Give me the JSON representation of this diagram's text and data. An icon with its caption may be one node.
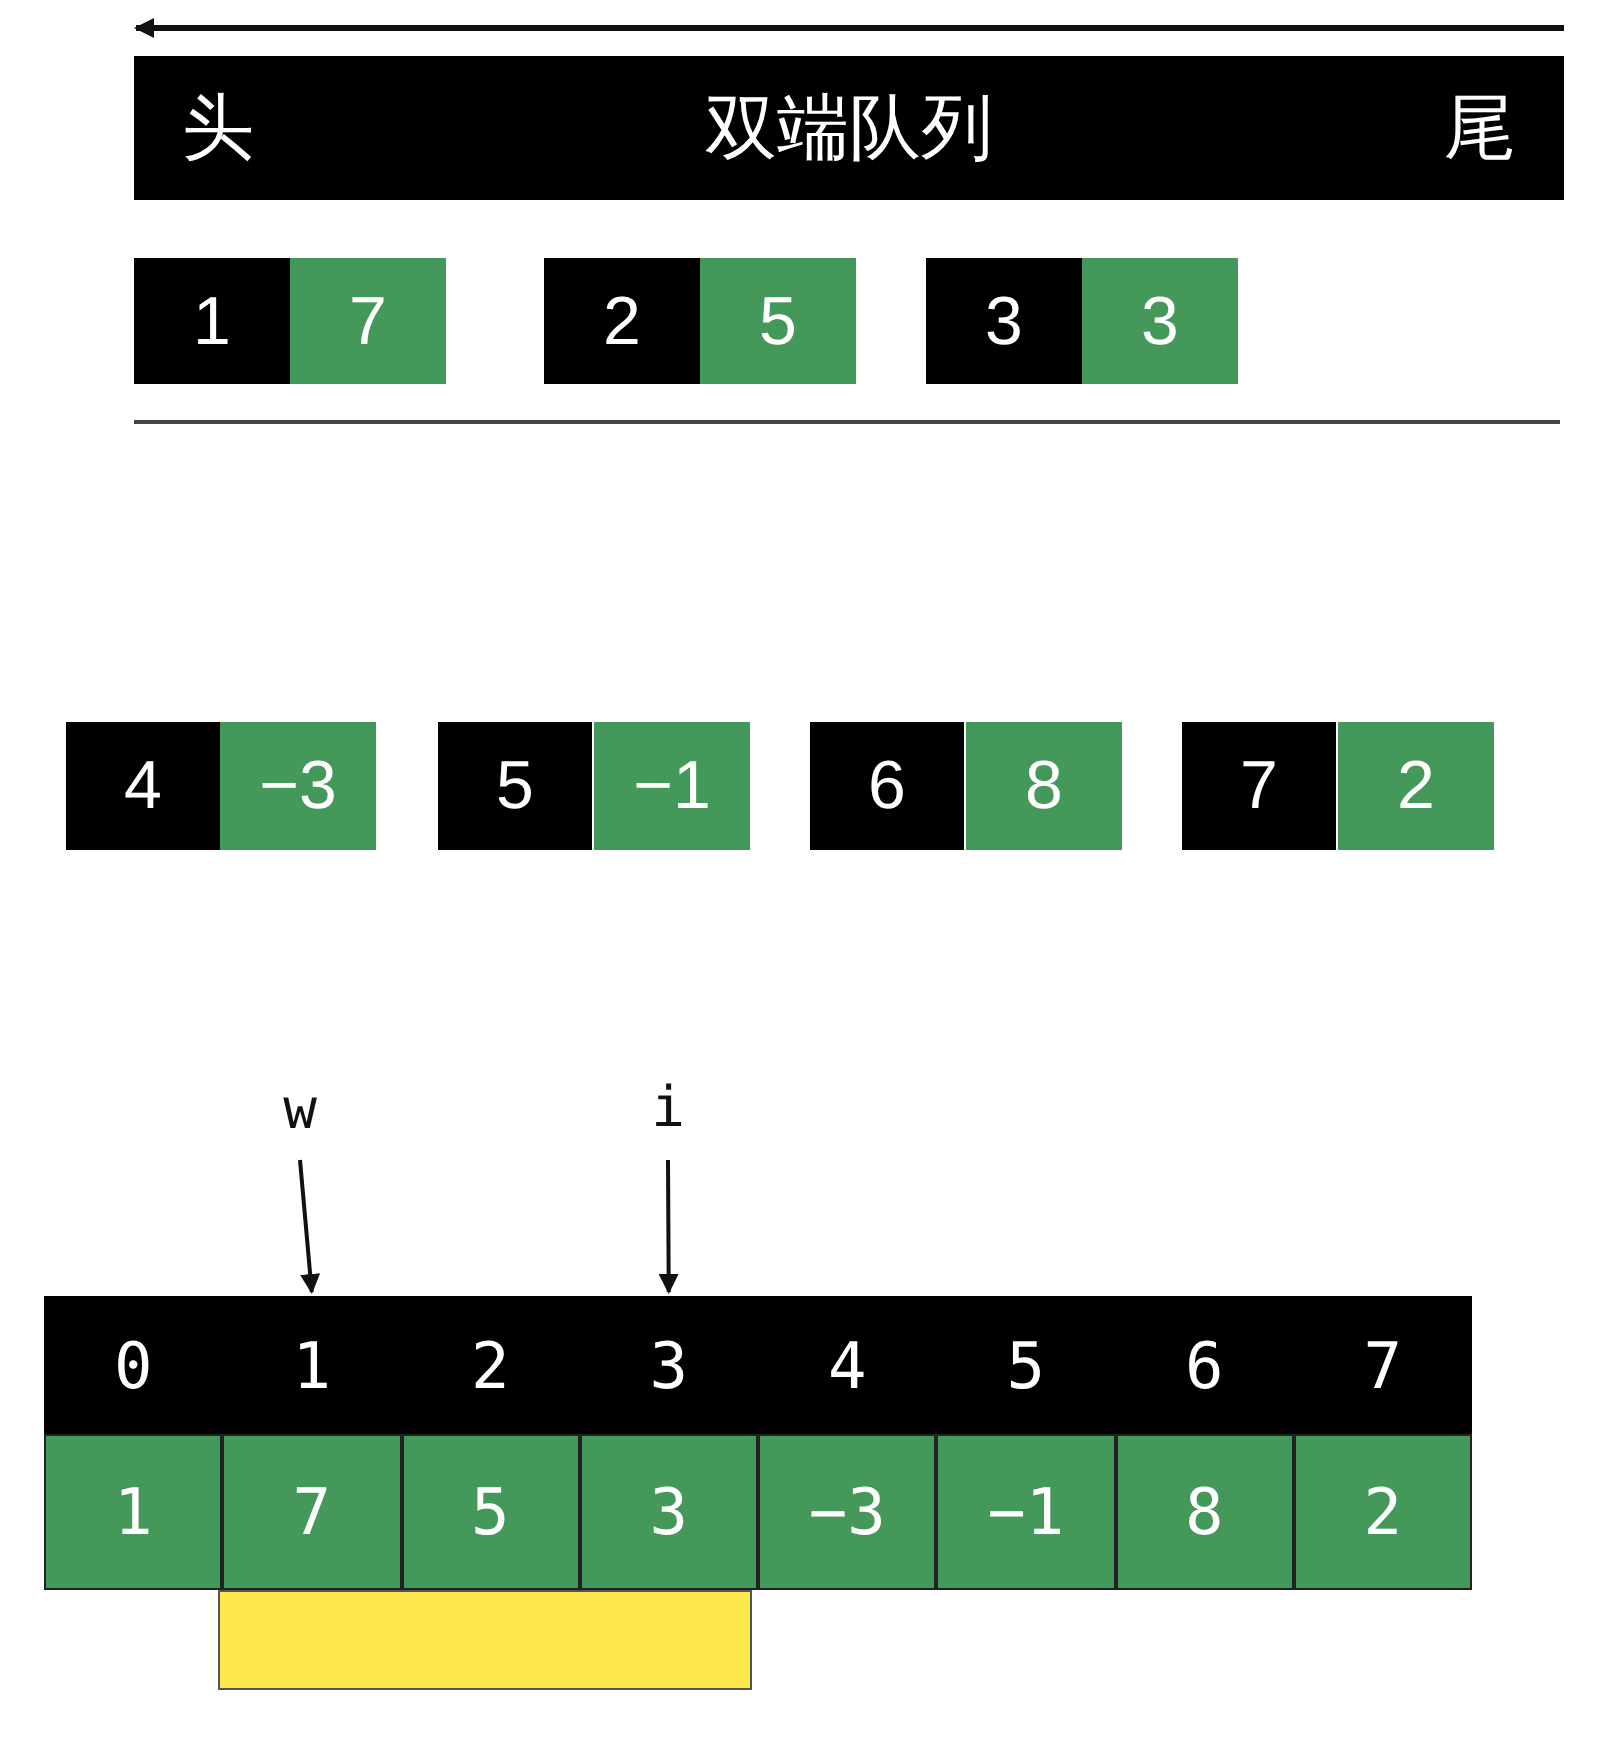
{
  "diagram": {
    "nodes": [
      {
        "text": [
          "头",
          "双端队列",
          "尾"
        ]
      },
      {
        "text": [
          "1"
        ]
      },
      {
        "text": [
          "7"
        ]
      },
      {
        "text": [
          "2"
        ]
      },
      {
        "text": [
          "5"
        ]
      },
      {
        "text": [
          "3"
        ]
      },
      {
        "text": [
          "3"
        ]
      },
      {
        "text": [
          "4"
        ]
      },
      {
        "text": [
          "−3"
        ]
      },
      {
        "text": [
          "5"
        ]
      },
      {
        "text": [
          "−1"
        ]
      },
      {
        "text": [
          "6"
        ]
      },
      {
        "text": [
          "8"
        ]
      },
      {
        "text": [
          "7"
        ]
      },
      {
        "text": [
          "2"
        ]
      },
      {
        "text": [
          "w"
        ]
      },
      {
        "text": [
          "i"
        ]
      },
      {
        "text": [
          "0"
        ]
      },
      {
        "text": [
          "1"
        ]
      },
      {
        "text": [
          "2"
        ]
      },
      {
        "text": [
          "3"
        ]
      },
      {
        "text": [
          "4"
        ]
      },
      {
        "text": [
          "5"
        ]
      },
      {
        "text": [
          "6"
        ]
      },
      {
        "text": [
          "7"
        ]
      },
      {
        "text": [
          "1"
        ]
      },
      {
        "text": [
          "7"
        ]
      },
      {
        "text": [
          "5"
        ]
      },
      {
        "text": [
          "3"
        ]
      },
      {
        "text": [
          "−3"
        ]
      },
      {
        "text": [
          "−1"
        ]
      },
      {
        "text": [
          "8"
        ]
      },
      {
        "text": [
          "2"
        ]
      },
      {
        "text": [],
        "shape": "bar"
      }
    ],
    "edges": [
      {
        "from": 15,
        "to": 18,
        "arrow": "to"
      },
      {
        "from": 16,
        "to": 20,
        "arrow": "to"
      }
    ]
  }
}
